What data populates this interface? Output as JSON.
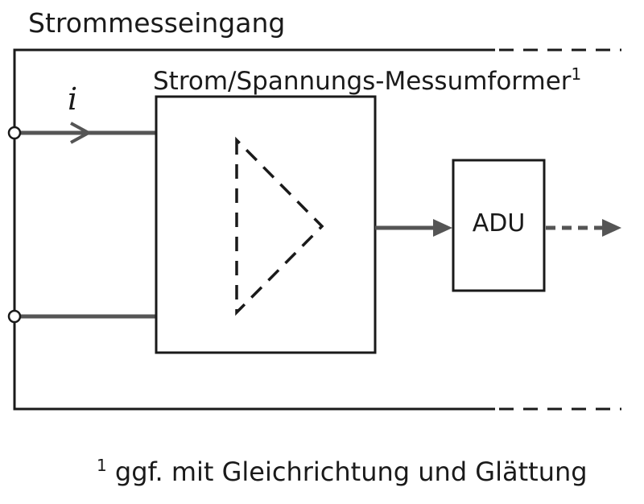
{
  "labels": {
    "title": "Strommesseingang",
    "converter": "Strom/Spannungs-Messumformer",
    "converter_footnote_mark": "1",
    "current_symbol": "i",
    "adu": "ADU",
    "footnote_mark": "1",
    "footnote": "ggf. mit Gleichrichtung und Glättung"
  },
  "colors": {
    "line": "#1a1a1a",
    "arrow": "#555555"
  }
}
